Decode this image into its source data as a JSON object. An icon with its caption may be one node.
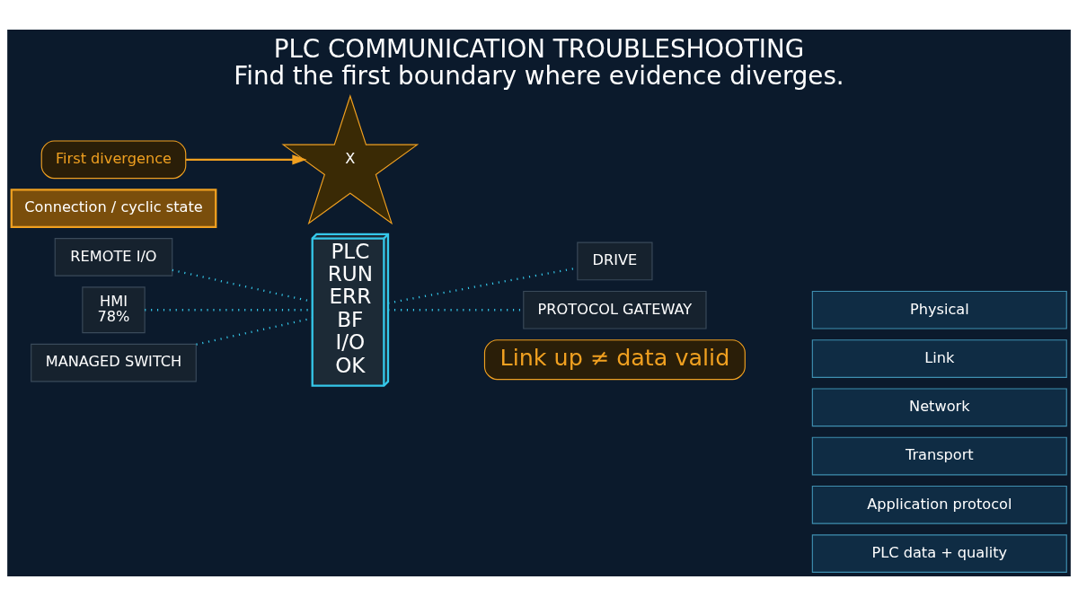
{
  "diagram": {
    "title": "PLC COMMUNICATION TROUBLESHOOTING",
    "caption": "Find the first boundary where evidence diverges.",
    "nodes": [
      {
        "text": [
          "PLC",
          "RUN",
          "ERR",
          "BF",
          "I/O",
          "OK"
        ]
      },
      {
        "text": [
          "REMOTE I/O"
        ]
      },
      {
        "text": [
          "HMI",
          "78%"
        ]
      },
      {
        "text": [
          "MANAGED SWITCH"
        ]
      },
      {
        "text": [
          "DRIVE"
        ]
      },
      {
        "text": [
          "PROTOCOL GATEWAY"
        ]
      },
      {
        "text": [
          "Physical"
        ]
      },
      {
        "text": [
          "Link"
        ]
      },
      {
        "text": [
          "Network"
        ]
      },
      {
        "text": [
          "Transport"
        ]
      },
      {
        "text": [
          "Connection / cyclic state"
        ]
      },
      {
        "text": [
          "Application protocol"
        ]
      },
      {
        "text": [
          "PLC data + quality"
        ]
      },
      {
        "text": [
          "First divergence"
        ]
      },
      {
        "text": [
          "X"
        ]
      }
    ],
    "edges": [
      {
        "from": 1,
        "to": 0,
        "arrow": "none",
        "style": "dashed"
      },
      {
        "from": 2,
        "to": 0,
        "arrow": "none",
        "style": "dashed"
      },
      {
        "from": 3,
        "to": 0,
        "arrow": "none",
        "style": "dashed"
      },
      {
        "from": 0,
        "to": 4,
        "arrow": "none",
        "style": "dashed"
      },
      {
        "from": 0,
        "to": 5,
        "arrow": "none",
        "style": "dashed"
      },
      {
        "from": 13,
        "to": 14,
        "arrow": "to",
        "color": "#f0a020"
      }
    ],
    "labels": [
      "Link up ≠ data valid"
    ]
  }
}
